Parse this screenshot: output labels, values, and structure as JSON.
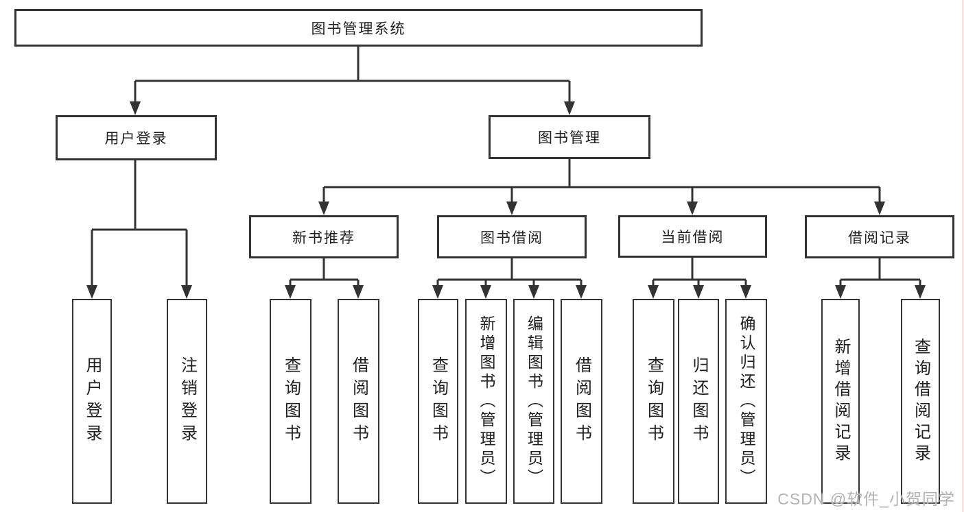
{
  "tree": {
    "root": {
      "label": "图书管理系统"
    },
    "branches": [
      {
        "label": "用户登录",
        "children": [
          {
            "label": "用户登录"
          },
          {
            "label": "注销登录"
          }
        ]
      },
      {
        "label": "图书管理",
        "children": [
          {
            "label": "新书推荐",
            "children": [
              {
                "label": "查询图书"
              },
              {
                "label": "借阅图书"
              }
            ]
          },
          {
            "label": "图书借阅",
            "children": [
              {
                "label": "查询图书"
              },
              {
                "label": "新增图书（管理员）"
              },
              {
                "label": "编辑图书（管理员）"
              },
              {
                "label": "借阅图书"
              }
            ]
          },
          {
            "label": "当前借阅",
            "children": [
              {
                "label": "查询图书"
              },
              {
                "label": "归还图书"
              },
              {
                "label": "确认归还（管理员）"
              }
            ]
          },
          {
            "label": "借阅记录",
            "children": [
              {
                "label": "新增借阅记录"
              },
              {
                "label": "查询借阅记录"
              }
            ]
          }
        ]
      }
    ]
  },
  "watermark": {
    "text": "CSDN @软件_小贺同学"
  },
  "colors": {
    "line": "#333333",
    "box_border": "#333333",
    "text": "#1f1f1f",
    "background": "#ffffff",
    "watermark": "#b3b3b3"
  }
}
